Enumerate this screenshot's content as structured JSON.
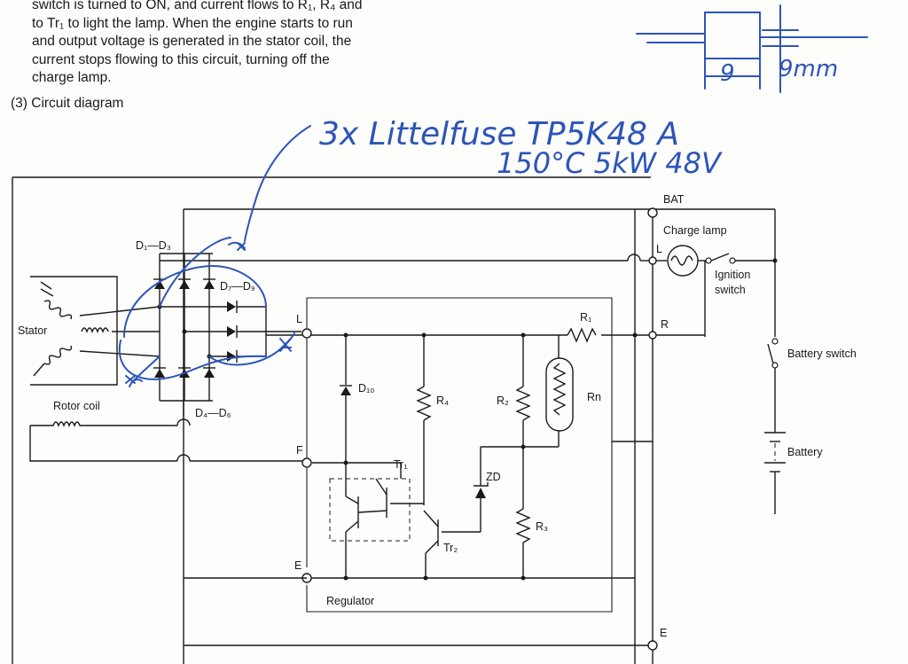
{
  "intro_lines": [
    "switch is turned to ON, and current flows to R₁, R₄ and",
    "to Tr₁ to light the lamp. When the engine starts to run",
    "and output voltage is generated in the stator coil, the",
    "current stops flowing to this circuit, turning off the",
    "charge lamp."
  ],
  "section_title": "(3) Circuit diagram",
  "labels": {
    "bat": "BAT",
    "charge_lamp": "Charge lamp",
    "ignition_switch_1": "Ignition",
    "ignition_switch_2": "switch",
    "battery_switch": "Battery switch",
    "battery": "Battery",
    "stator": "Stator",
    "rotor_coil": "Rotor coil",
    "d1_d3": "D₁—D₃",
    "d7_d9": "D₇—D₉",
    "d4_d6": "D₄—D₆",
    "d10": "D₁₀",
    "terminal_l_left": "L",
    "terminal_l_right": "L",
    "terminal_r": "R",
    "terminal_f": "F",
    "terminal_e_left": "E",
    "terminal_e_right": "E",
    "r1": "R₁",
    "r2": "R₂",
    "r3": "R₃",
    "r4": "R₄",
    "rn": "Rn",
    "zd": "ZD",
    "tr1": "Tr₁",
    "tr2": "Tr₂",
    "regulator": "Regulator"
  },
  "handwriting": {
    "line1": "3x Littelfuse TP5K48 A",
    "line2": "150°C   5kW  48V",
    "dim_9": "9",
    "dim_9mm": "9mm"
  },
  "colors": {
    "ink": "#1a1a1a",
    "handwriting": "#2d55b8",
    "paper": "#fdfdfb"
  }
}
